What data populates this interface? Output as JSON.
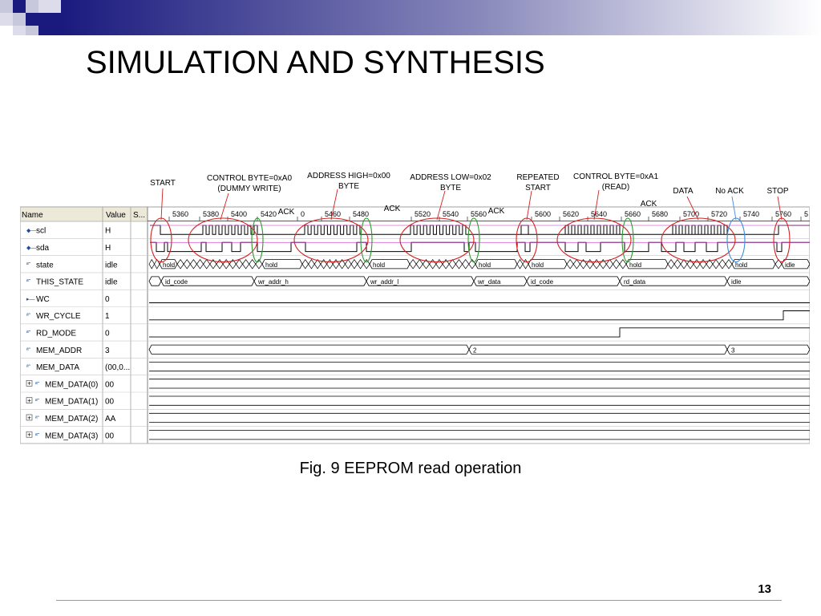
{
  "slide": {
    "title": "SIMULATION AND SYNTHESIS",
    "caption": "Fig. 9 EEPROM read operation",
    "page_number": "13"
  },
  "colors": {
    "header_gradient_start": "#1a1a7e",
    "header_gradient_end": "#ffffff",
    "scl_trace": "#000000",
    "sda_pink": "#cc44cc",
    "annotation_red": "#d22020",
    "annotation_green": "#2a9a2a",
    "annotation_blue": "#3a8ee0"
  },
  "waveform": {
    "columns": {
      "name": "Name",
      "value": "Value",
      "s": "S..."
    },
    "time_ticks": [
      "5360",
      "5380",
      "5400",
      "5420",
      "0",
      "5460",
      "5480",
      "5520",
      "5540",
      "5560",
      "5600",
      "5620",
      "5640",
      "5660",
      "5680",
      "5700",
      "5720",
      "5740",
      "5760",
      "5"
    ],
    "signals": [
      {
        "name": "scl",
        "value": "H",
        "icon": "signal-icon",
        "expand": false
      },
      {
        "name": "sda",
        "value": "H",
        "icon": "signal-icon",
        "expand": false
      },
      {
        "name": "state",
        "value": "idle",
        "icon": "bus-icon",
        "expand": false
      },
      {
        "name": "THIS_STATE",
        "value": "idle",
        "icon": "bus-icon",
        "expand": false
      },
      {
        "name": "WC",
        "value": "0",
        "icon": "input-icon",
        "expand": false
      },
      {
        "name": "WR_CYCLE",
        "value": "1",
        "icon": "bus-icon",
        "expand": false
      },
      {
        "name": "RD_MODE",
        "value": "0",
        "icon": "bus-icon",
        "expand": false
      },
      {
        "name": "MEM_ADDR",
        "value": "3",
        "icon": "bus-icon",
        "expand": false
      },
      {
        "name": "MEM_DATA",
        "value": "(00,0...",
        "icon": "bus-icon",
        "expand": false
      },
      {
        "name": "MEM_DATA(0)",
        "value": "00",
        "icon": "bus-icon",
        "expand": true
      },
      {
        "name": "MEM_DATA(1)",
        "value": "00",
        "icon": "bus-icon",
        "expand": true
      },
      {
        "name": "MEM_DATA(2)",
        "value": "AA",
        "icon": "bus-icon",
        "expand": true
      },
      {
        "name": "MEM_DATA(3)",
        "value": "00",
        "icon": "bus-icon",
        "expand": true
      }
    ],
    "state_labels": [
      "hold",
      "hold",
      "hold",
      "hold",
      "hold",
      "hold",
      "hold",
      "idle"
    ],
    "this_state_labels": [
      "id_code",
      "wr_addr_h",
      "wr_addr_l",
      "wr_data",
      "id_code",
      "rd_data",
      "idle"
    ],
    "mem_addr_labels": [
      "2",
      "3"
    ],
    "annotations": {
      "start": "START",
      "control_byte_write": [
        "CONTROL BYTE=0xA0",
        "(DUMMY WRITE)"
      ],
      "address_high": [
        "ADDRESS HIGH=0x00",
        "BYTE"
      ],
      "address_low": [
        "ADDRESS LOW=0x02",
        "BYTE"
      ],
      "repeated_start": [
        "REPEATED",
        "START"
      ],
      "control_byte_read": [
        "CONTROL BYTE=0xA1",
        "(READ)"
      ],
      "data": "DATA",
      "no_ack": "No ACK",
      "stop": "STOP",
      "ack": "ACK"
    }
  }
}
